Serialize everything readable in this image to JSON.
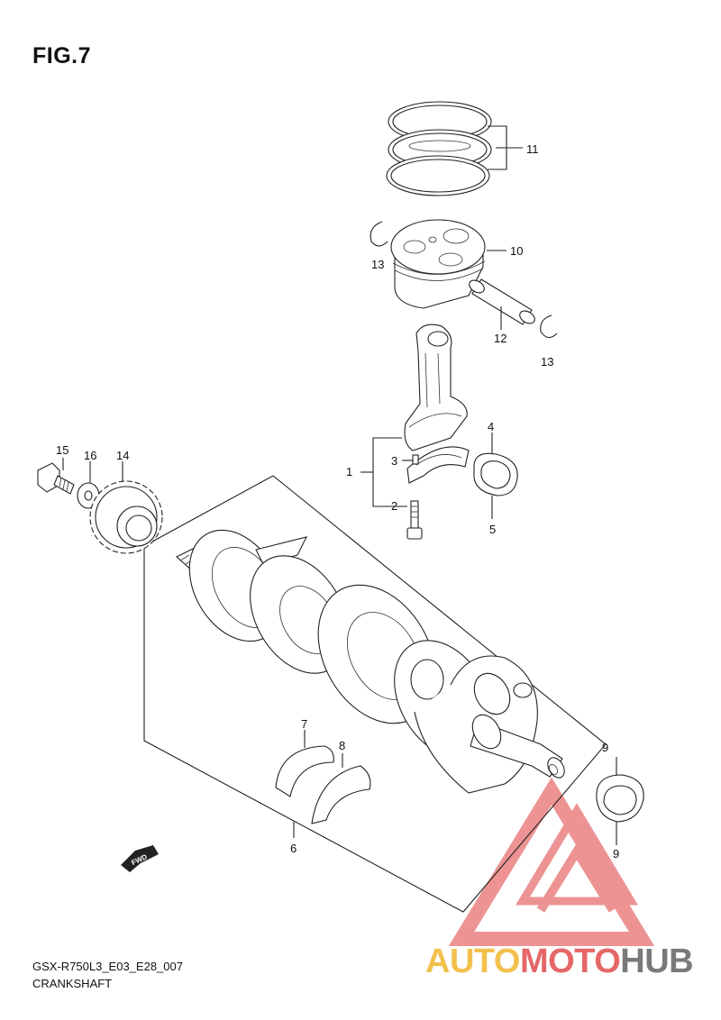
{
  "figure": {
    "title": "FIG.7"
  },
  "callouts": {
    "c1": "1",
    "c2": "2",
    "c3": "3",
    "c4": "4",
    "c5": "5",
    "c6": "6",
    "c7": "7",
    "c8": "8",
    "c9a": "9",
    "c9b": "9",
    "c10": "10",
    "c11": "11",
    "c12": "12",
    "c13a": "13",
    "c13b": "13",
    "c14": "14",
    "c15": "15",
    "c16": "16"
  },
  "direction_badge": {
    "label": "FWD"
  },
  "footer": {
    "code": "GSX-R750L3_E03_E28_007",
    "caption": "CRANKSHAFT"
  },
  "watermark": {
    "part1": "AUTO",
    "part2": "MOTO",
    "part3": "HUB",
    "colors": {
      "yellow": "#f2c14d",
      "red": "#e56767",
      "gray": "#7a7a7a"
    }
  }
}
